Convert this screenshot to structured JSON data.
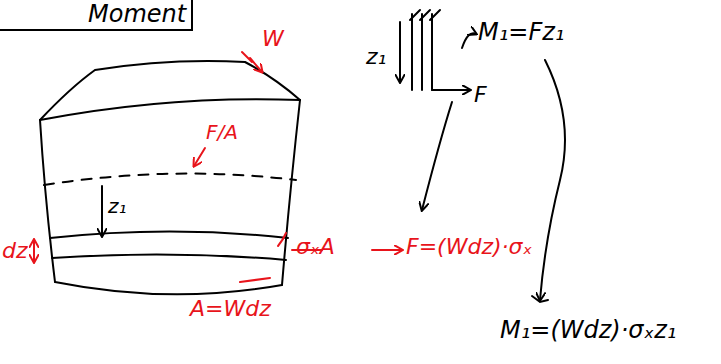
{
  "diagram": {
    "labels": [
      "Moment",
      "W",
      "z₁",
      "M₁=Fz₁",
      "F",
      "F/A",
      "dz",
      "z₁",
      "σₓA",
      "F=(Wdz)·σₓ",
      "A=Wdz",
      "M₁=(Wdz)·σₓz₁"
    ]
  }
}
